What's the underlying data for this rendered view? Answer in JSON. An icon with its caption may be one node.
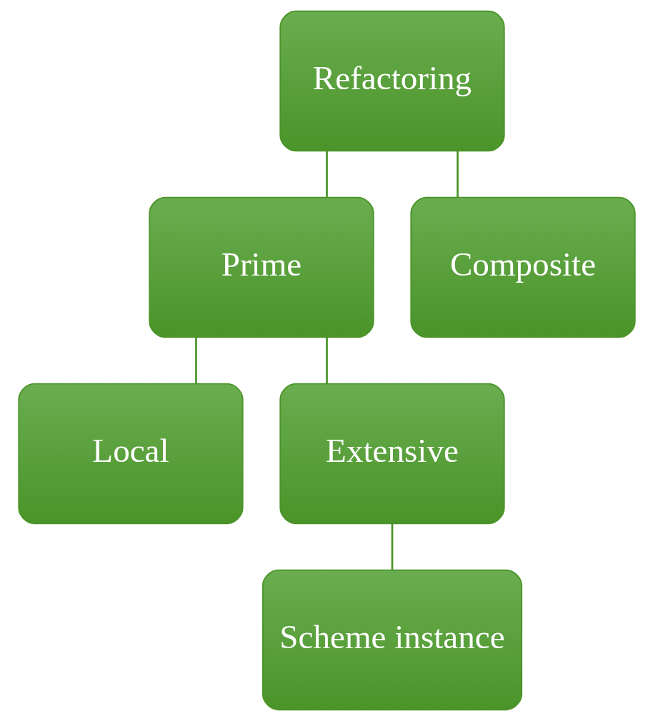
{
  "diagram": {
    "nodes": [
      {
        "text": [
          "Refactoring"
        ]
      },
      {
        "text": [
          "Prime"
        ]
      },
      {
        "text": [
          "Composite"
        ]
      },
      {
        "text": [
          "Local"
        ]
      },
      {
        "text": [
          "Extensive"
        ]
      },
      {
        "text": [
          "Scheme instance"
        ]
      }
    ],
    "edges": [
      {
        "from": 0,
        "to": 1,
        "arrow": "none"
      },
      {
        "from": 0,
        "to": 2,
        "arrow": "none"
      },
      {
        "from": 1,
        "to": 3,
        "arrow": "none"
      },
      {
        "from": 1,
        "to": 4,
        "arrow": "none"
      },
      {
        "from": 4,
        "to": 5,
        "arrow": "none"
      }
    ]
  }
}
